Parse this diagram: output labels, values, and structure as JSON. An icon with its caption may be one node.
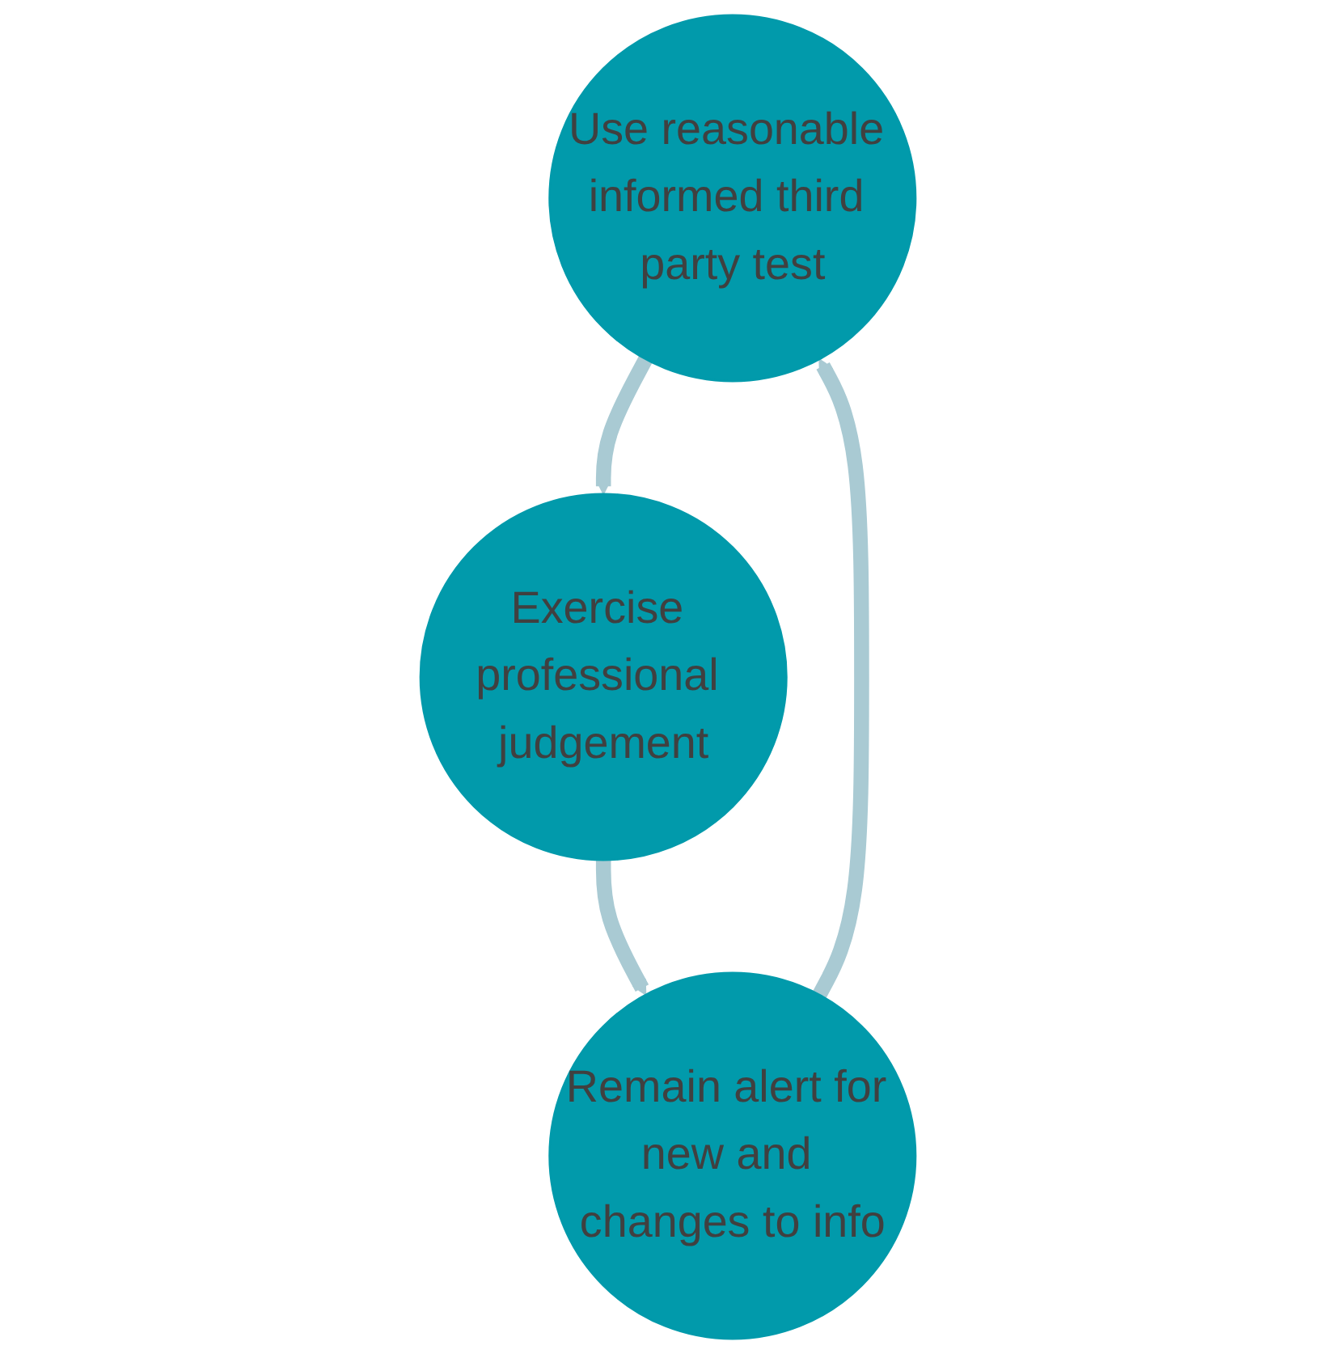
{
  "diagram": {
    "nodes": [
      {
        "text": [
          "Use reasonable informed third party test"
        ]
      },
      {
        "text": [
          "Exercise professional judgement"
        ]
      },
      {
        "text": [
          "Remain alert for new and changes to info"
        ]
      }
    ],
    "edges": [
      {
        "from": 0,
        "to": 1,
        "arrow": "to"
      },
      {
        "from": 1,
        "to": 2,
        "arrow": "to"
      },
      {
        "from": 2,
        "to": 0,
        "arrow": "to"
      }
    ]
  }
}
